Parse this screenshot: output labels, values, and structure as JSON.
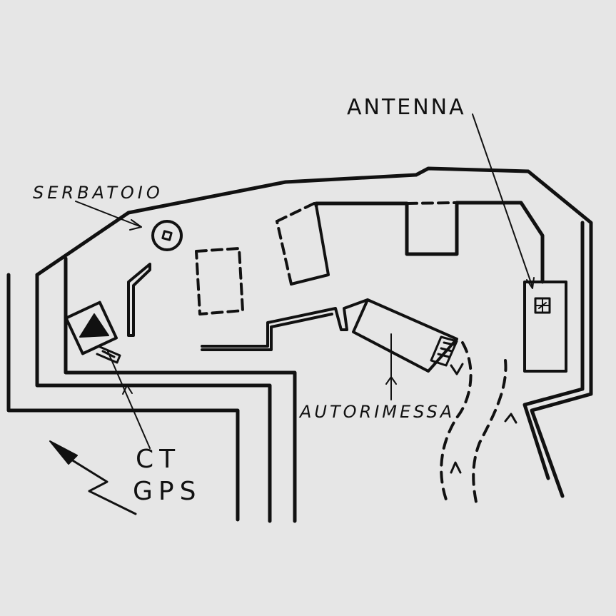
{
  "colors": {
    "background": "#e6e6e6",
    "ink": "#111111"
  },
  "labels": {
    "antenna": "ANTENNA",
    "serbatoio": "SERBATOIO",
    "autorimessa": "AUTORIMESSA",
    "ct": "CT",
    "gps": "GPS"
  },
  "icons": {
    "north_arrow": "north-arrow-icon",
    "antenna_mark": "antenna-icon",
    "tank_mark": "tank-icon",
    "survey_point": "triangle-survey-icon"
  }
}
